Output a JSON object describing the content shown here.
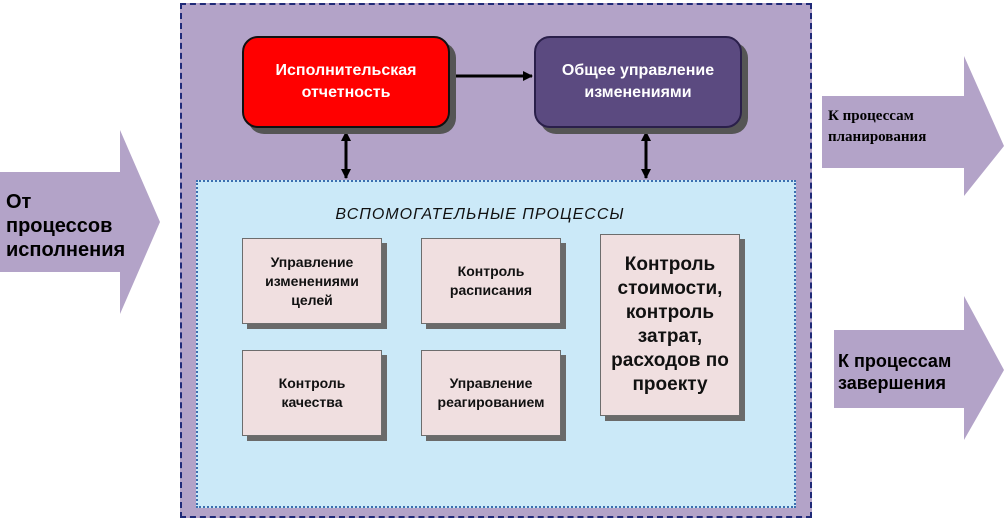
{
  "input_arrow": {
    "label": "От процессов исполнения",
    "lines": [
      "От",
      "процессов",
      "исполнения"
    ]
  },
  "output_arrows": [
    {
      "label": "К процессам планирования",
      "lines": [
        "К процессам",
        "планирования"
      ]
    },
    {
      "label": "К процессам завершения",
      "lines": [
        "К процессам",
        "завершения"
      ]
    }
  ],
  "top_boxes": [
    {
      "lines": [
        "Исполнительская",
        "отчетность"
      ],
      "color": "#ff0000"
    },
    {
      "lines": [
        "Общее управление",
        "изменениями"
      ],
      "color": "#5b4a80"
    }
  ],
  "support_area": {
    "title": "ВСПОМОГАТЕЛЬНЫЕ ПРОЦЕССЫ",
    "processes": [
      {
        "lines": [
          "Управление",
          "изменениями",
          "целей"
        ]
      },
      {
        "lines": [
          "Контроль",
          "расписания"
        ]
      },
      {
        "lines": [
          "Контроль",
          "качества"
        ]
      },
      {
        "lines": [
          "Управление",
          "реагированием"
        ]
      },
      {
        "lines": [
          "Контроль",
          "стоимости,",
          "контроль",
          "затрат,",
          "расходов по",
          "проекту"
        ]
      }
    ]
  },
  "colors": {
    "outer_frame": "#b3a3c8",
    "support_area": "#cbe9f8",
    "arrow_fill": "#b3a3c8",
    "process_box": "#f0dfe0"
  }
}
